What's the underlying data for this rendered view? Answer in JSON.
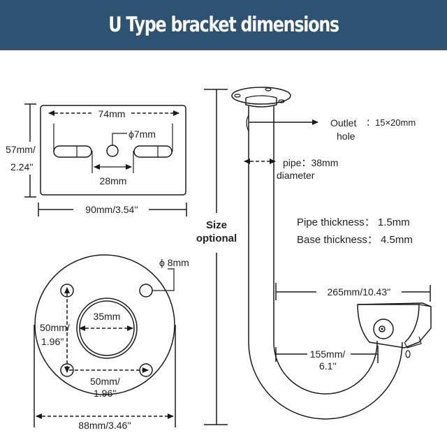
{
  "title": "U Type bracket dimensions",
  "colors": {
    "header_bg": "#2e5272",
    "header_text": "#ffffff",
    "line": "#1a1a1a"
  },
  "plate": {
    "hole_spacing_outer": "74mm",
    "hole_diameter": "ϕ7mm",
    "hole_spacing_inner": "28mm",
    "height_mm": "57mm/",
    "height_in": "2.24''",
    "width": "90mm/3.54''"
  },
  "base": {
    "hole_diameter": "ϕ 8mm",
    "center_hole": "35mm",
    "vertical_spacing_mm": "50mm/",
    "vertical_spacing_in": "1.96''",
    "horizontal_spacing_mm": "50mm/",
    "horizontal_spacing_in": "1.96''",
    "diameter": "88mm/3.46''"
  },
  "bracket": {
    "size_line1": "Size",
    "size_line2": "optional",
    "outlet_label_line1": "Outlet",
    "outlet_label_line2": "hole",
    "outlet_value": "：15×20mm",
    "pipe_label_line1": "pipe：38mm",
    "pipe_label_line2": "diameter",
    "pipe_thickness": "Pipe thickness： 1.5mm",
    "base_thickness": "Base thickness： 4.5mm",
    "reach_outer": "265mm/10.43''",
    "reach_inner_mm": "155mm/",
    "reach_inner_in": "6.1''"
  }
}
